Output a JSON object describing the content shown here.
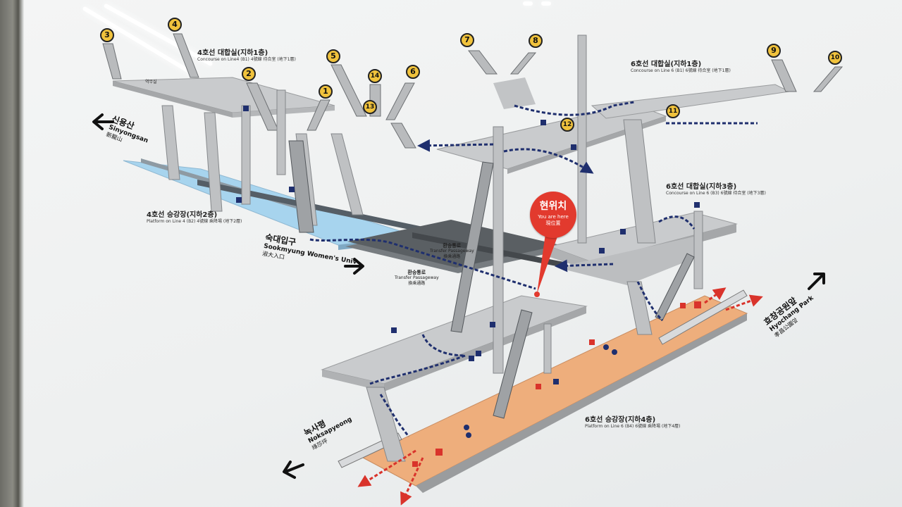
{
  "you_are_here": {
    "ko": "현위치",
    "en": "You are here",
    "hz": "現位置"
  },
  "levels": {
    "line4_concourse": {
      "ko": "4호선 대합실(지하1층)",
      "en": "Concourse on Line4 (B1) 4號線 待合室 (地下1層)"
    },
    "line4_platform": {
      "ko": "4호선 승강장(지하2층)",
      "en": "Platform on Line 4 (B2) 4號線 乘降場 (地下2層)"
    },
    "line6_concourse_b1": {
      "ko": "6호선 대합실(지하1층)",
      "en": "Concourse on Line 6 (B1) 6號線 待合室 (地下1層)"
    },
    "line6_concourse_b3": {
      "ko": "6호선 대합실(지하3층)",
      "en": "Concourse on Line 6 (B3) 6號線 待合室 (地下3層)"
    },
    "line6_platform": {
      "ko": "6호선 승강장(지하4층)",
      "en": "Platform on Line 6 (B4) 6號線 乘降場 (地下4層)"
    }
  },
  "directions": {
    "sinyongsan": {
      "ko": "신용산",
      "en": "Sinyongsan",
      "hz": "新龍山"
    },
    "sookmyung": {
      "ko": "숙대입구",
      "en": "Sookmyung Women's Univ",
      "hz": "淑大入口"
    },
    "noksapyeong": {
      "ko": "녹사평",
      "en": "Noksapyeong",
      "hz": "綠莎坪"
    },
    "hyochang": {
      "ko": "효창공원앞",
      "en": "Hyochang Park",
      "hz": "孝昌公園앞"
    }
  },
  "transfer_passageway": {
    "ko": "환승통로",
    "en": "Transfer Passageway",
    "hz": "換乘通路"
  },
  "station_office": {
    "ko": "역무실"
  },
  "exits": [
    "1",
    "2",
    "3",
    "4",
    "5",
    "6",
    "7",
    "8",
    "9",
    "10",
    "11",
    "12",
    "13",
    "14"
  ],
  "colors": {
    "route_dark": "#1f2f6e",
    "route_red": "#d9332b",
    "platform_orange": "#eeae7c",
    "platform_blue": "#a7d4ee",
    "structure_gray": "#c9cbcd",
    "exit_badge": "#f0c23c"
  }
}
